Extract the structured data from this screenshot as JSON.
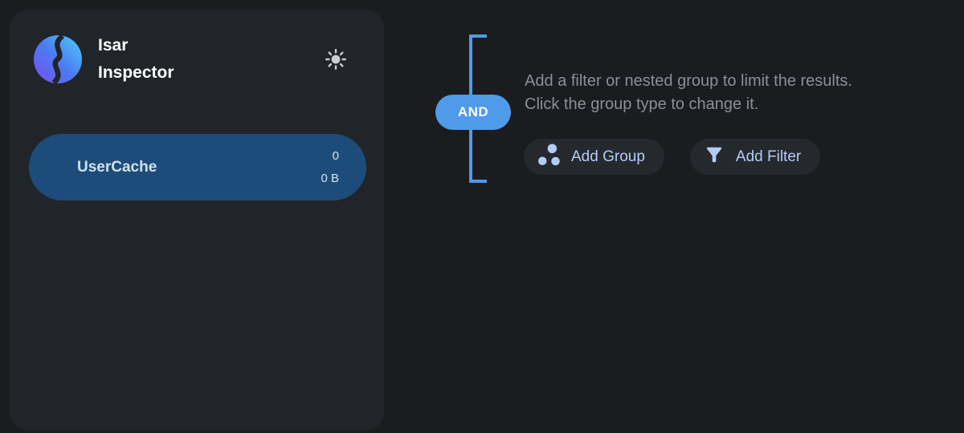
{
  "app": {
    "title_line1": "Isar",
    "title_line2": "Inspector",
    "logo_icon": "isar-logo",
    "theme_icon": "sun-icon"
  },
  "sidebar": {
    "collections": [
      {
        "name": "UserCache",
        "count": "0",
        "size": "0 B",
        "selected": true
      }
    ]
  },
  "main": {
    "group_operator": "AND",
    "hint_line1": "Add a filter or nested group to limit the results.",
    "hint_line2": "Click the group type to change it.",
    "buttons": [
      {
        "label": "Add Group",
        "icon": "workspaces-icon"
      },
      {
        "label": "Add Filter",
        "icon": "filter-icon"
      }
    ]
  },
  "colors": {
    "page_background": "#1a1c1f",
    "panel_background": "#212529",
    "selected_collection": "#1d4c7a",
    "accent_blue": "#4f9ae9",
    "action_button_background": "#25282d",
    "action_button_text": "#b3ccf7",
    "hint_text": "#899099",
    "title_text": "#ffffff",
    "sun_icon": "#c9ced4"
  }
}
